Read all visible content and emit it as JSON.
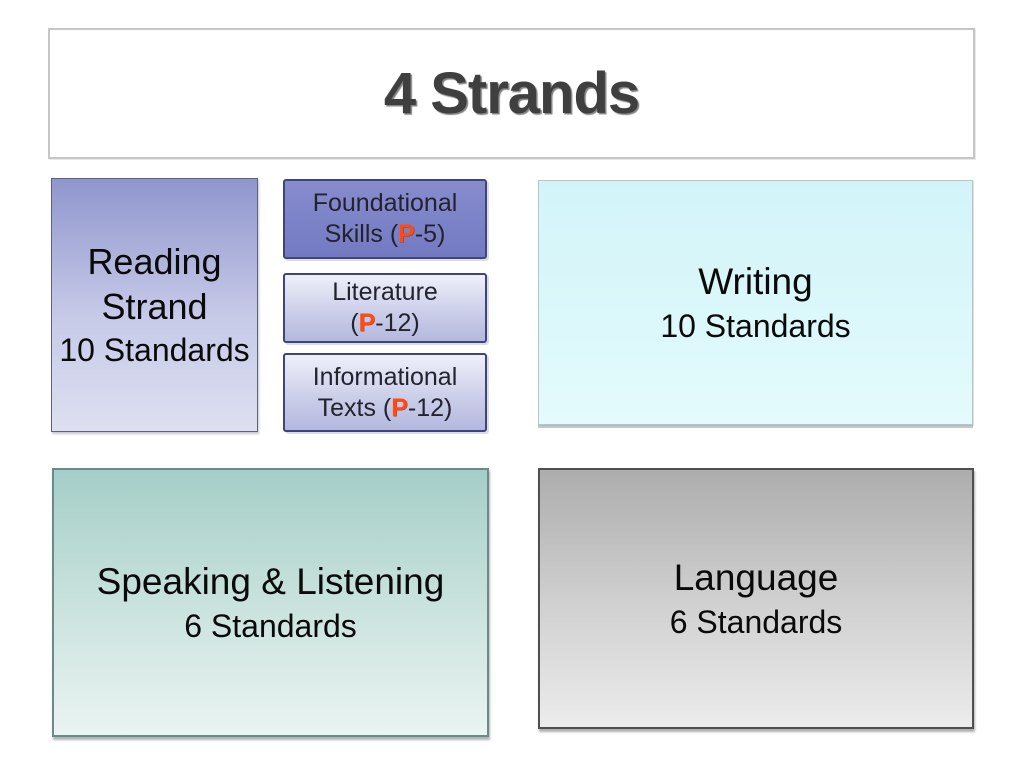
{
  "slide": {
    "title": "4 Strands"
  },
  "strands": {
    "reading": {
      "line1": "Reading",
      "line2": "Strand",
      "standards": "10 Standards"
    },
    "writing": {
      "name": "Writing",
      "standards": "10 Standards"
    },
    "speaking_listening": {
      "name": "Speaking & Listening",
      "standards": "6 Standards"
    },
    "language": {
      "name": "Language",
      "standards": "6 Standards"
    }
  },
  "reading_sub_boxes": [
    {
      "name": "foundational-skills",
      "line1": "Foundational",
      "line2_pre": "Skills (",
      "p": "P",
      "line2_post": "-5)"
    },
    {
      "name": "literature",
      "line1": "Literature",
      "line2_pre": "(",
      "p": "P",
      "line2_post": "-12)"
    },
    {
      "name": "informational-texts",
      "line1": "Informational",
      "line2_pre": "Texts (",
      "p": "P",
      "line2_post": "-12)"
    }
  ],
  "colors": {
    "title_text": "#3f3f3f",
    "p_accent": "#ff4a10",
    "reading_gradient_top": "#8f96cd",
    "reading_gradient_bottom": "#dddff1",
    "foundational_fill": "#7a80c6",
    "sub_light_top": "#eef0fa",
    "sub_light_bottom": "#b4b8de",
    "sub_border": "#3f447c",
    "writing_fill": "#d6f6fa",
    "speaking_gradient_top": "#a5cec8",
    "speaking_gradient_bottom": "#eaf4f2",
    "language_gradient_top": "#adadad",
    "language_gradient_bottom": "#ececec"
  }
}
